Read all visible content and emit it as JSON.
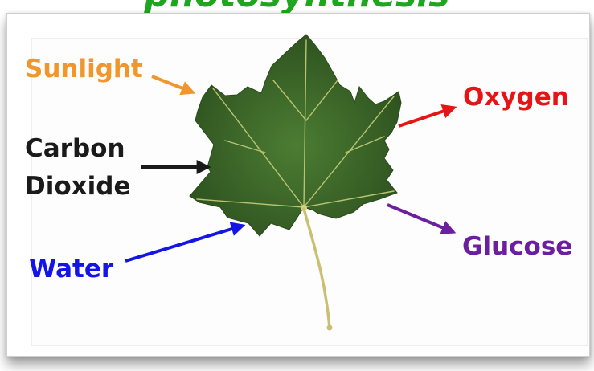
{
  "title": "photosynthesis",
  "labels": {
    "sunlight": "Sunlight",
    "carbon_dioxide_line1": "Carbon",
    "carbon_dioxide_line2": "Dioxide",
    "water": "Water",
    "oxygen": "Oxygen",
    "glucose": "Glucose"
  },
  "colors": {
    "title": "#1fa51f",
    "sunlight": "#f0962d",
    "carbon_dioxide": "#1a1a1a",
    "water": "#1414e6",
    "oxygen": "#e61414",
    "glucose": "#6b1ea0",
    "leaf": "#3f6d2b",
    "leaf_dark": "#2f5320",
    "vein": "#b9c472",
    "stem": "#cbbf72"
  },
  "icons": {
    "leaf": "maple-leaf-icon",
    "arrows": [
      "sunlight-arrow-icon",
      "carbon-dioxide-arrow-icon",
      "water-arrow-icon",
      "oxygen-arrow-icon",
      "glucose-arrow-icon"
    ]
  }
}
